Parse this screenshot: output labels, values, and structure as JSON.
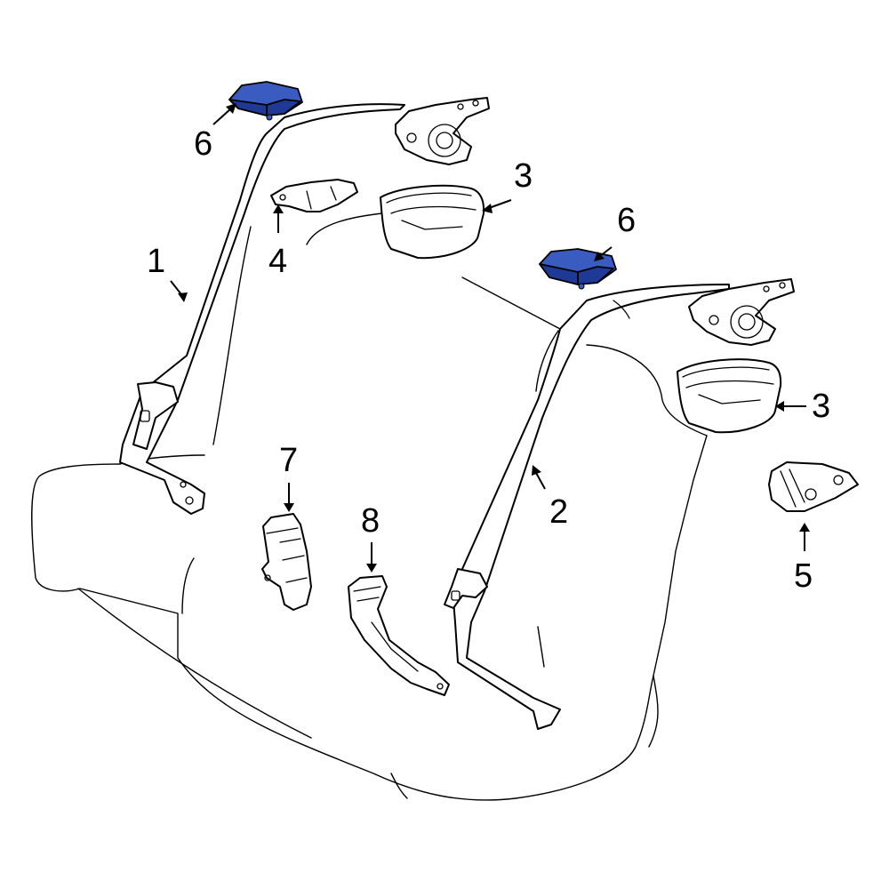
{
  "colors": {
    "highlight": "#3a5bc0",
    "highlight_dark": "#1e3a96",
    "line": "#000000",
    "background": "#ffffff"
  },
  "callouts": {
    "belt_left": "1",
    "belt_right": "2",
    "cover_left": "3",
    "cover_right": "3",
    "anchor_left": "4",
    "anchor_right": "5",
    "guide_left": "6",
    "guide_right": "6",
    "buckle_center": "7",
    "buckle_right": "8"
  }
}
